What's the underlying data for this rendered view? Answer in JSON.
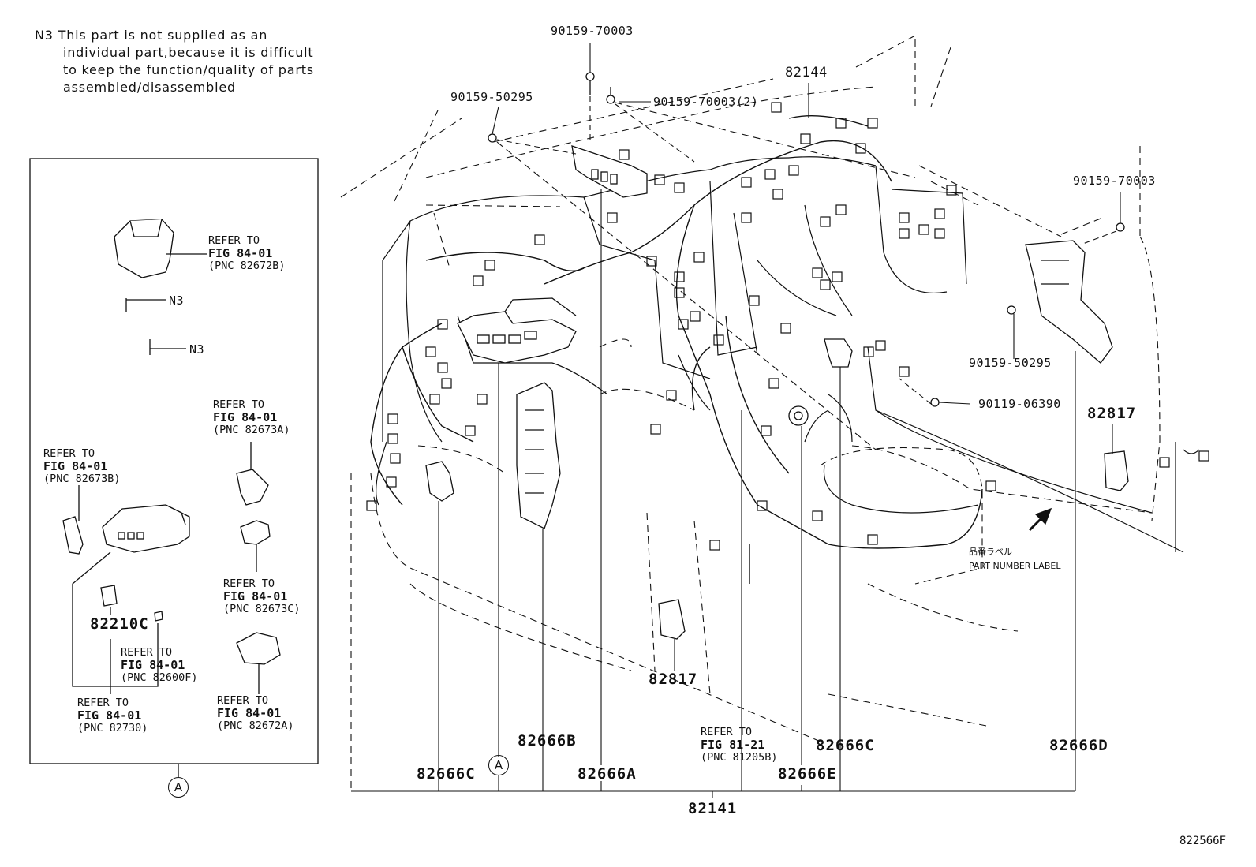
{
  "note": {
    "code": "N3",
    "lines": [
      "This part is not supplied as an",
      "individual part,because it is difficult",
      "to keep the function/quality of parts",
      "assembled/disassembled"
    ]
  },
  "callouts": {
    "bolt_top": "90159-70003",
    "bolt_left": "90159-50295",
    "bolt_pair": "90159-70003(2)",
    "harness_top": "82144",
    "bolt_right": "90159-70003",
    "bolt_right_lower": "90159-50295",
    "screw_right": "90119-06390",
    "part_82817_right": "82817",
    "part_82817_center": "82817",
    "label_jp": "品番ラベル",
    "label_en": "PART NUMBER LABEL",
    "part_82666B": "82666B",
    "part_82666C_left": "82666C",
    "part_82666A": "82666A",
    "part_82666C_right": "82666C",
    "part_82666E": "82666E",
    "part_82666D": "82666D",
    "part_82141": "82141",
    "view_marker": "A",
    "ref_81_21": {
      "l1": "REFER TO",
      "l2": "FIG 81-21",
      "l3": "(PNC 81205B)"
    }
  },
  "inset": {
    "marker": "A",
    "n3_label_1": "N3",
    "n3_label_2": "N3",
    "part_82210C": "82210C",
    "refs": {
      "r82672B": {
        "l1": "REFER TO",
        "l2": "FIG 84-01",
        "l3": "(PNC 82672B)"
      },
      "r82673A": {
        "l1": "REFER TO",
        "l2": "FIG 84-01",
        "l3": "(PNC 82673A)"
      },
      "r82673B": {
        "l1": "REFER TO",
        "l2": "FIG 84-01",
        "l3": "(PNC 82673B)"
      },
      "r82673C": {
        "l1": "REFER TO",
        "l2": "FIG 84-01",
        "l3": "(PNC 82673C)"
      },
      "r82600F": {
        "l1": "REFER TO",
        "l2": "FIG 84-01",
        "l3": "(PNC 82600F)"
      },
      "r82730": {
        "l1": "REFER TO",
        "l2": "FIG 84-01",
        "l3": "(PNC 82730)"
      },
      "r82672A": {
        "l1": "REFER TO",
        "l2": "FIG 84-01",
        "l3": "(PNC 82672A)"
      }
    }
  },
  "figure_code": "822566F"
}
